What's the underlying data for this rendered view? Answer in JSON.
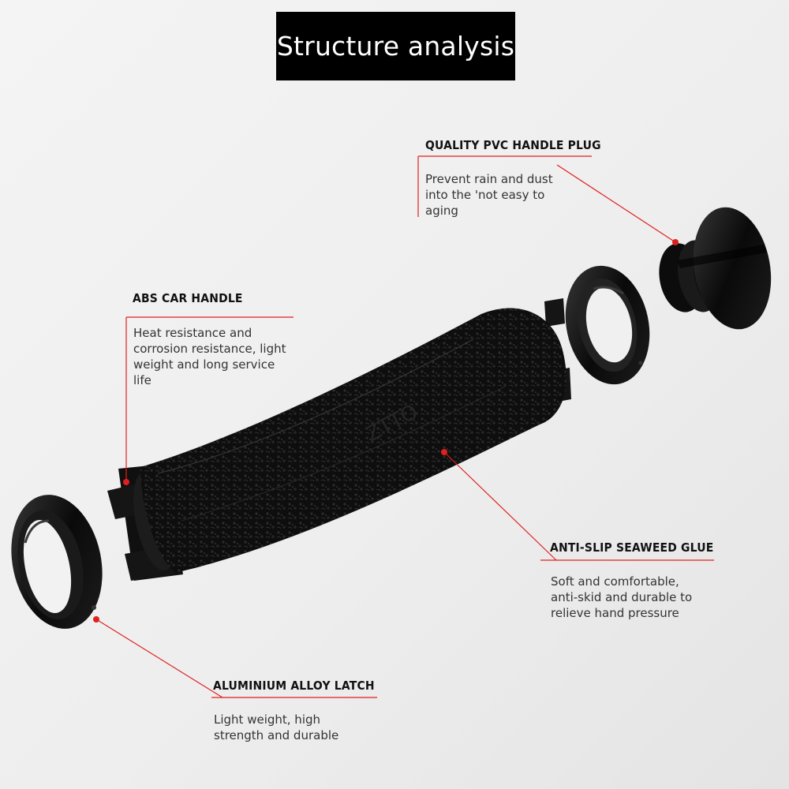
{
  "title": "Structure analysis",
  "callouts": [
    {
      "heading": "QUALITY PVC HANDLE PLUG",
      "text": "Prevent rain and dust into the 'not easy to aging"
    },
    {
      "heading": "ABS CAR HANDLE",
      "text": "Heat resistance and corrosion resistance, light weight and long service life"
    },
    {
      "heading": "ANTI-SLIP SEAWEED GLUE",
      "text": "Soft and comfortable, anti-skid and durable to relieve hand pressure"
    },
    {
      "heading": "ALUMINIUM ALLOY LATCH",
      "text": "Light weight, high strength and durable"
    }
  ],
  "colors": {
    "accent": "#e02020",
    "title_bg": "#000000",
    "product": "#0c0c0c"
  }
}
